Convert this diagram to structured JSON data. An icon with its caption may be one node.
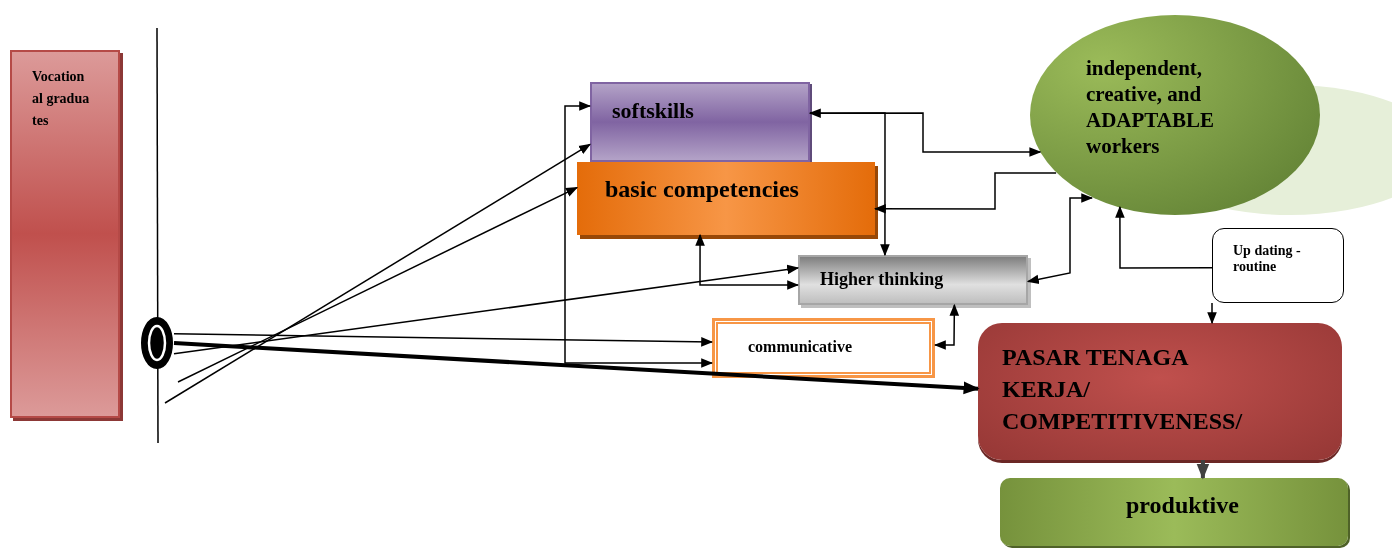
{
  "diagram": {
    "nodes": [
      {
        "text": [
          "Vocational graduates"
        ]
      },
      {
        "text": [],
        "shape": "circle"
      },
      {
        "text": [
          "softskills"
        ]
      },
      {
        "text": [
          "basic competencies"
        ]
      },
      {
        "text": [
          "Higher thinking"
        ]
      },
      {
        "text": [
          "communicative"
        ]
      },
      {
        "text": [
          "independent, creative, and ADAPTABLE workers"
        ]
      },
      {
        "text": [
          "Up dating -routine"
        ]
      },
      {
        "text": [
          "PASAR TENAGA KERJA/ COMPETITIVENESS/"
        ]
      },
      {
        "text": [
          "produktive"
        ]
      }
    ],
    "edges": [
      {
        "from": null,
        "to": 2,
        "arrow": "to"
      },
      {
        "from": null,
        "to": 3,
        "arrow": "to"
      },
      {
        "from": 1,
        "to": 4,
        "arrow": "to"
      },
      {
        "from": 1,
        "to": 5,
        "arrow": "to"
      },
      {
        "from": 1,
        "to": 8,
        "arrow": "to",
        "style": "thick"
      },
      {
        "from": 6,
        "to": 2,
        "arrow": "both"
      },
      {
        "from": 2,
        "to": 4,
        "arrow": "to"
      },
      {
        "from": 6,
        "to": 3,
        "arrow": "to"
      },
      {
        "from": 2,
        "to": 5,
        "arrow": "both"
      },
      {
        "from": 3,
        "to": 4,
        "arrow": "both"
      },
      {
        "from": 4,
        "to": 5,
        "arrow": "both"
      },
      {
        "from": 4,
        "to": 6,
        "arrow": "both"
      },
      {
        "from": 7,
        "to": 6,
        "arrow": "to"
      },
      {
        "from": 7,
        "to": 8,
        "arrow": "to"
      },
      {
        "from": 8,
        "to": 9,
        "arrow": "to",
        "style": "thick",
        "color": "#404040"
      }
    ]
  }
}
